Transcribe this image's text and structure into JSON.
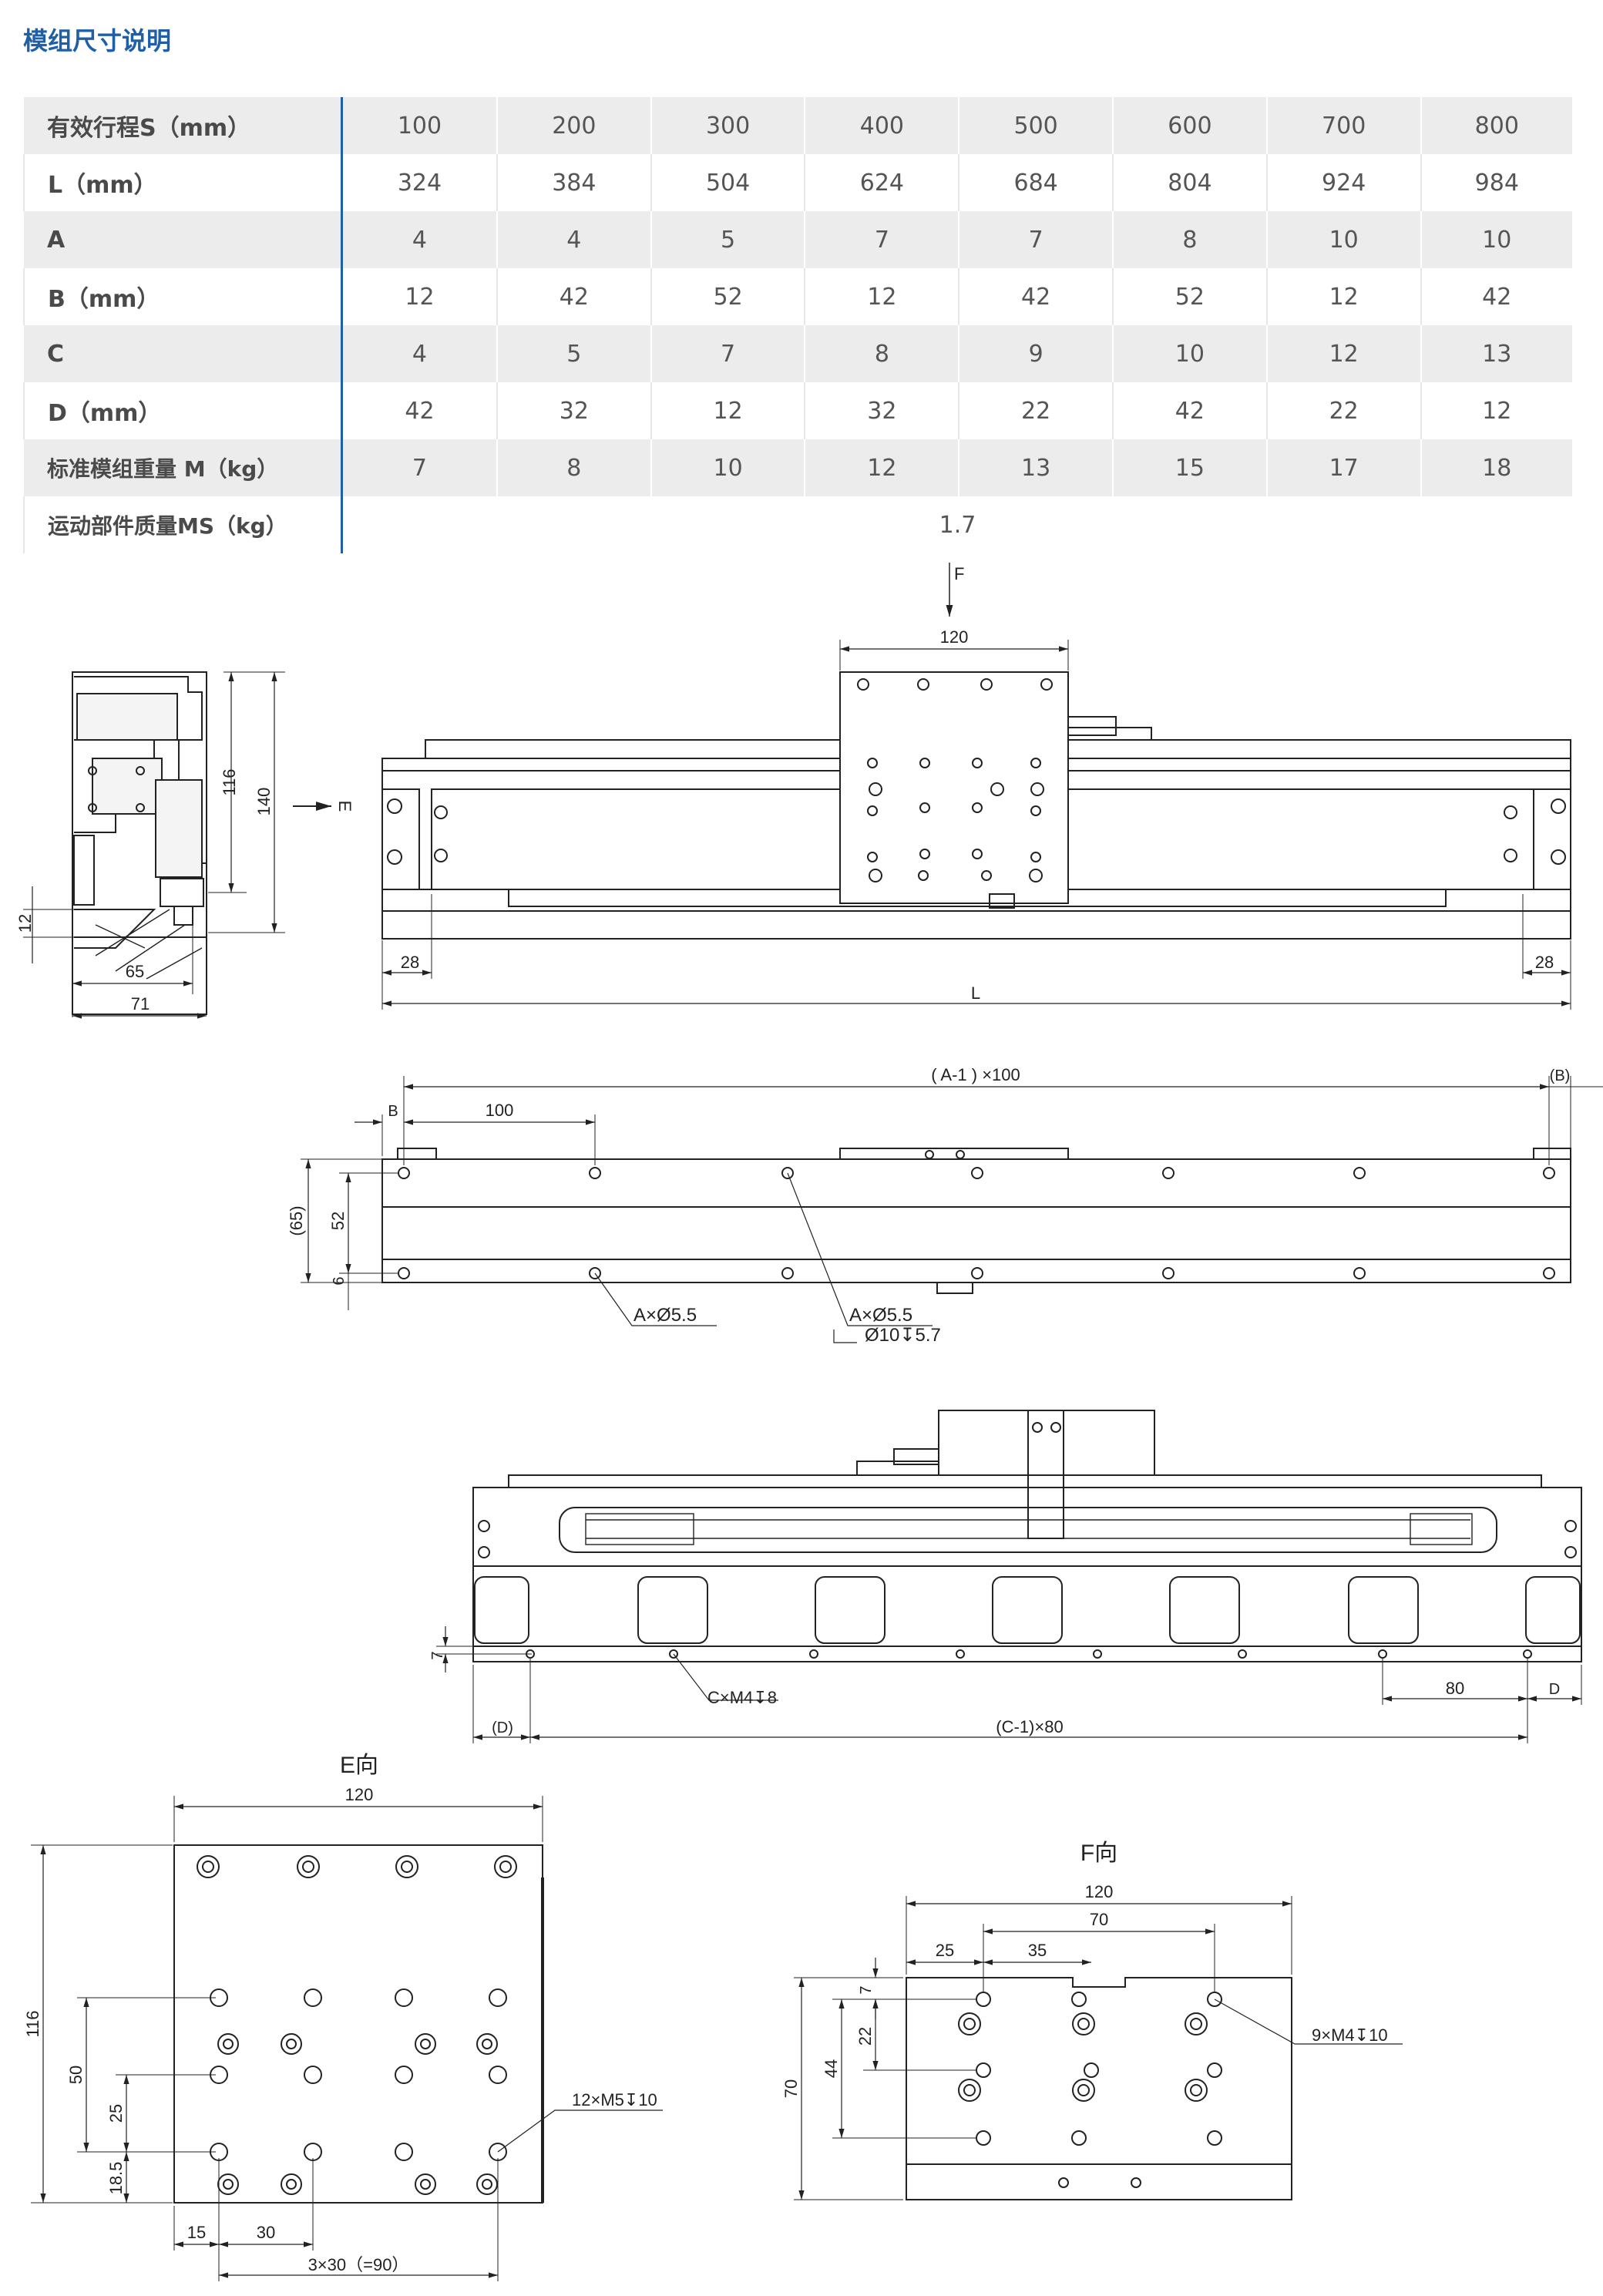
{
  "page": {
    "title": "模组尺寸说明"
  },
  "table": {
    "rows": [
      {
        "label": "有效行程S（mm）",
        "values": [
          "100",
          "200",
          "300",
          "400",
          "500",
          "600",
          "700",
          "800"
        ]
      },
      {
        "label": "L（mm）",
        "values": [
          "324",
          "384",
          "504",
          "624",
          "684",
          "804",
          "924",
          "984"
        ]
      },
      {
        "label": "A",
        "values": [
          "4",
          "4",
          "5",
          "7",
          "7",
          "8",
          "10",
          "10"
        ]
      },
      {
        "label": "B（mm）",
        "values": [
          "12",
          "42",
          "52",
          "12",
          "42",
          "52",
          "12",
          "42"
        ]
      },
      {
        "label": "C",
        "values": [
          "4",
          "5",
          "7",
          "8",
          "9",
          "10",
          "12",
          "13"
        ]
      },
      {
        "label": "D（mm）",
        "values": [
          "42",
          "32",
          "12",
          "32",
          "22",
          "42",
          "22",
          "12"
        ]
      },
      {
        "label": "标准模组重量 M（kg）",
        "values": [
          "7",
          "8",
          "10",
          "12",
          "13",
          "15",
          "17",
          "18"
        ]
      },
      {
        "label": "运动部件质量MS（kg）",
        "value": "1.7"
      }
    ]
  },
  "drawings": {
    "side": {
      "d116": "116",
      "d140": "140",
      "d12": "12",
      "d65": "65",
      "d71": "71",
      "arrow_e": "E"
    },
    "front": {
      "arrow_f": "F",
      "d120": "120",
      "d28a": "28",
      "d28b": "28",
      "dL": "L"
    },
    "top": {
      "dA": "( A-1 ) ×100",
      "dB1": "(B)",
      "dB2": "B",
      "d100": "100",
      "d65": "(65)",
      "d52": "52",
      "d6": "6",
      "hole1": "A×Ø5.5",
      "hole2": "A×Ø5.5",
      "cbore": "Ø10↧5.7"
    },
    "bottom": {
      "d7": "7",
      "callout": "C×M4↧8",
      "d80": "80",
      "dD": "D",
      "dD2": "(D)",
      "dC": "(C-1)×80"
    },
    "view_e": {
      "title": "E向",
      "d120": "120",
      "d116": "116",
      "d50": "50",
      "d25": "25",
      "d185": "18.5",
      "d15": "15",
      "d30": "30",
      "d90": "3×30（=90）",
      "callout": "12×M5↧10"
    },
    "view_f": {
      "title": "F向",
      "d120": "120",
      "d70top": "70",
      "d25": "25",
      "d35": "35",
      "d7": "7",
      "d22": "22",
      "d44": "44",
      "d70": "70",
      "callout": "9×M4↧10"
    }
  }
}
